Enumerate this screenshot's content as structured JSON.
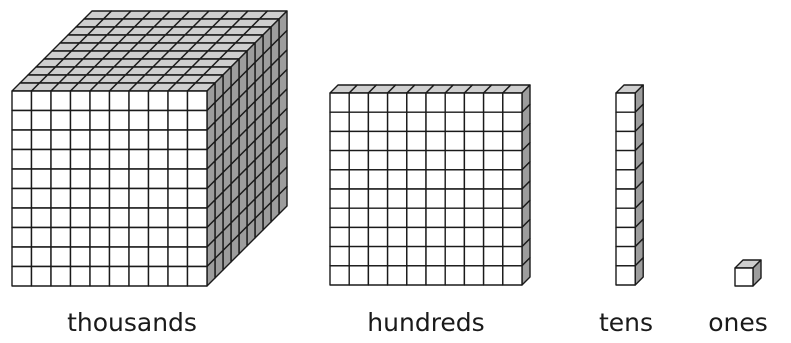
{
  "labels": {
    "thousands": "thousands",
    "hundreds": "hundreds",
    "tens": "tens",
    "ones": "ones"
  },
  "blocks": {
    "thousands": {
      "units": 1000,
      "grid": [
        10,
        10,
        10
      ]
    },
    "hundreds": {
      "units": 100,
      "grid": [
        10,
        10,
        1
      ]
    },
    "tens": {
      "units": 10,
      "grid": [
        1,
        10,
        1
      ]
    },
    "ones": {
      "units": 1,
      "grid": [
        1,
        1,
        1
      ]
    }
  },
  "colors": {
    "front": "#ffffff",
    "top": "#cfcfcf",
    "side": "#9d9d9d",
    "stroke": "#1a1a1a"
  }
}
